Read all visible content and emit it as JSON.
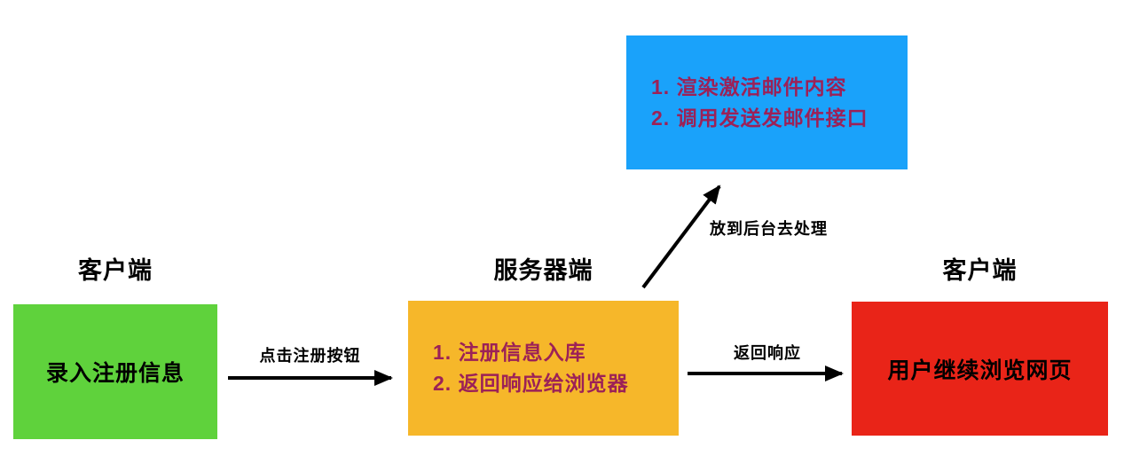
{
  "diagram": {
    "title_hint": "user-registration-email-flowchart",
    "headers": {
      "client_left": "客户端",
      "server": "服务器端",
      "client_right": "客户端"
    },
    "boxes": {
      "client_input": {
        "label": "录入注册信息",
        "color": "#5FD23C"
      },
      "server_steps": {
        "lines": [
          "1. 注册信息入库",
          "2. 返回响应给浏览器"
        ],
        "color": "#F6B72A"
      },
      "background_task": {
        "lines": [
          "1. 渲染激活邮件内容",
          "2. 调用发送发邮件接口"
        ],
        "color": "#1AA2FA"
      },
      "client_result": {
        "label": "用户继续浏览网页",
        "color": "#E92418"
      }
    },
    "arrows": {
      "click_register": {
        "label": "点击注册按钮"
      },
      "return_response": {
        "label": "返回响应"
      },
      "background_process": {
        "label": "放到后台去处理"
      }
    },
    "colors": {
      "list_text": "#9C2157",
      "box_text": "#000000",
      "arrow": "#000000",
      "background": "#FFFFFF"
    }
  }
}
